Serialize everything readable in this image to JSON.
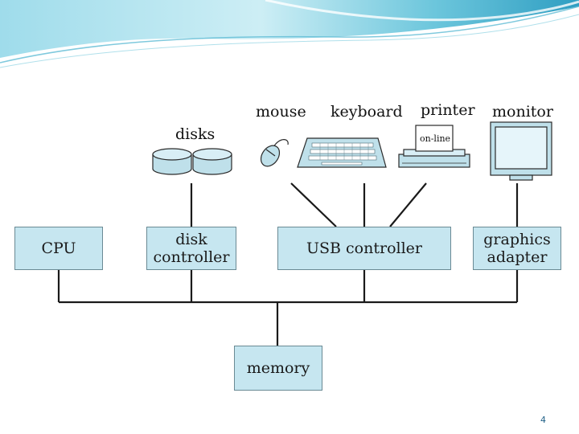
{
  "slide": {
    "page_number": "4"
  },
  "components": {
    "cpu": "CPU",
    "disk_controller": "disk\ncontroller",
    "usb_controller": "USB controller",
    "graphics_adapter": "graphics\nadapter",
    "memory": "memory"
  },
  "devices": {
    "disks": "disks",
    "mouse": "mouse",
    "keyboard": "keyboard",
    "printer": "printer",
    "printer_panel": "on-line",
    "monitor": "monitor"
  },
  "colors": {
    "box_fill": "#c6e6f0",
    "device_fill": "#bfe0ea",
    "line": "#1a1a1a",
    "banner_light": "#d9f1f6",
    "banner_mid": "#7fcfe0",
    "banner_dark": "#3aa9c9"
  }
}
